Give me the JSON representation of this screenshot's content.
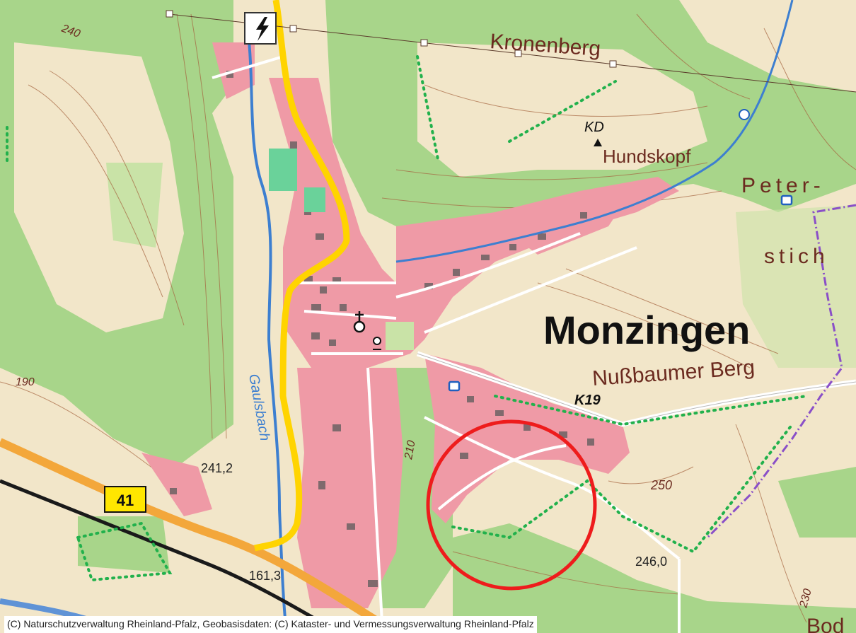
{
  "map": {
    "labels": {
      "kronenberg": "Kronenberg",
      "kd": "KD",
      "hundskopf": "Hundskopf",
      "peter": "Peter-",
      "stich": "stich",
      "town": "Monzingen",
      "nussbaumer": "Nußbaumer Berg",
      "road_k19": "K19",
      "road_41": "41",
      "elev_2412": "241,2",
      "elev_250": "250",
      "elev_2460": "246,0",
      "elev_1613": "161,3",
      "elev_240": "240",
      "elev_190": "190",
      "elev_210": "210",
      "elev_230": "230",
      "stream": "Gaulsbach",
      "edge_text": "Bod"
    },
    "colors": {
      "background": "#f2e6c9",
      "forest": "#a8d58a",
      "forest_light": "#c9e3a7",
      "settlement": "#ef9aa6",
      "water": "#3d7fd0",
      "main_road": "#ffd400",
      "federal_road": "#f3a73b",
      "highlight_circle": "#ee1c1c",
      "contour": "#a5643f"
    }
  },
  "credit": "(C) Naturschutzverwaltung Rheinland-Pfalz, Geobasisdaten: (C) Kataster- und Vermessungsverwaltung Rheinland-Pfalz"
}
